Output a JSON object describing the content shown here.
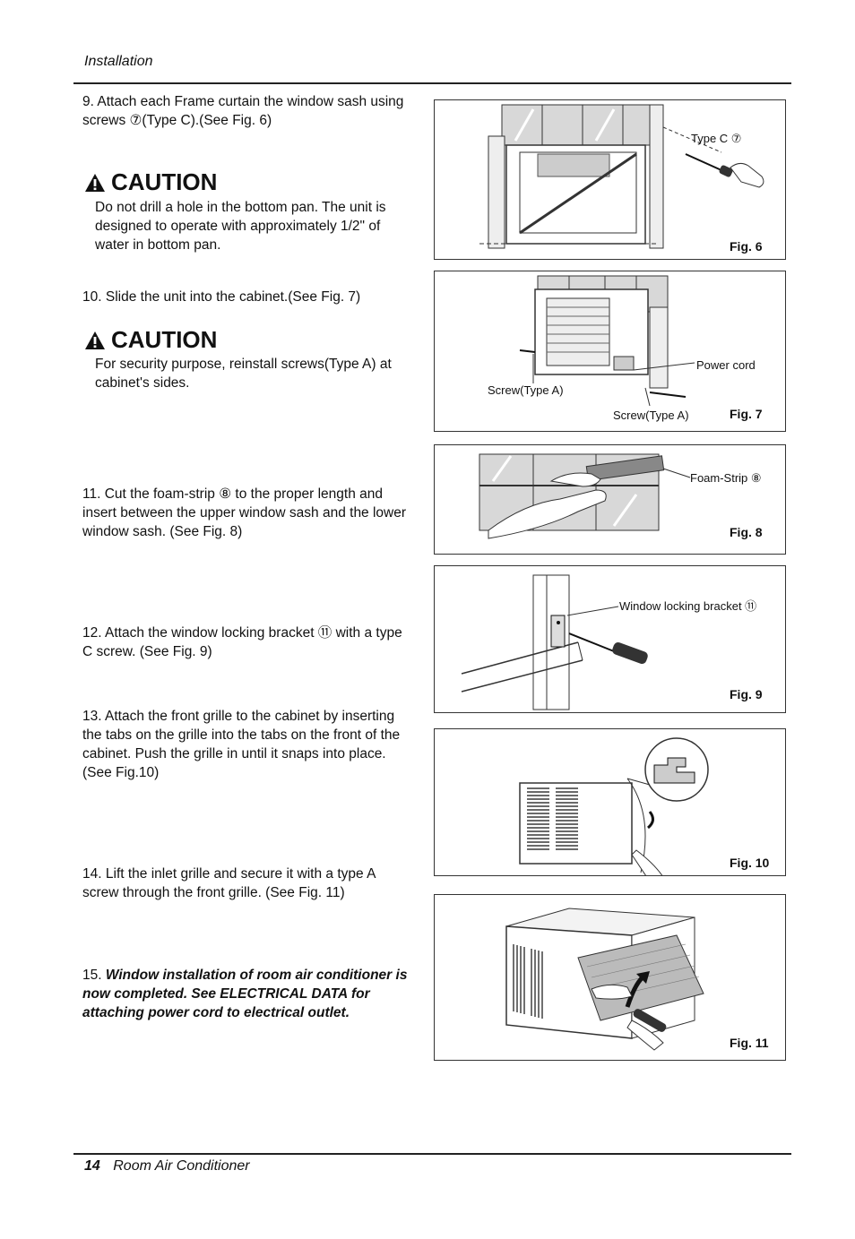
{
  "header": {
    "section": "Installation"
  },
  "steps": [
    {
      "num": "9.",
      "text": "Attach each Frame curtain the window sash using screws ⑦(Type C).(See Fig. 6)"
    },
    {
      "num": "10.",
      "text": "Slide the unit into the cabinet.(See Fig. 7)"
    },
    {
      "num": "11.",
      "text": "Cut the foam-strip ⑧ to the proper length and insert between the upper window sash and the lower window sash. (See Fig. 8)"
    },
    {
      "num": "12.",
      "text": "Attach the window locking bracket ⑪ with a type C screw. (See Fig. 9)"
    },
    {
      "num": "13.",
      "text": "Attach the front grille to the cabinet by inserting the tabs on the grille into the tabs on the front of the cabinet. Push the grille in until it snaps into place. (See Fig.10)"
    },
    {
      "num": "14.",
      "text": "Lift the inlet grille and secure it with a type A screw through the front grille. (See Fig. 11)"
    },
    {
      "num": "15.",
      "text": "Window installation of room air conditioner is now completed. See ELECTRICAL DATA for attaching power cord to electrical outlet."
    }
  ],
  "cautions": [
    {
      "title": "CAUTION",
      "body": "Do not drill a hole in the bottom pan. The unit is designed to operate with approximately 1/2\" of water in bottom pan."
    },
    {
      "title": "CAUTION",
      "body": "For security purpose, reinstall screws(Type A) at cabinet's sides."
    }
  ],
  "figures": {
    "fig6": {
      "label": "Fig. 6",
      "callouts": [
        "Type C ⑦"
      ]
    },
    "fig7": {
      "label": "Fig. 7",
      "callouts": [
        "Power cord",
        "Screw(Type A)",
        "Screw(Type A)"
      ]
    },
    "fig8": {
      "label": "Fig. 8",
      "callouts": [
        "Foam-Strip ⑧"
      ]
    },
    "fig9": {
      "label": "Fig. 9",
      "callouts": [
        "Window locking bracket ⑪"
      ]
    },
    "fig10": {
      "label": "Fig. 10"
    },
    "fig11": {
      "label": "Fig. 11"
    }
  },
  "footer": {
    "page_num": "14",
    "title": "Room Air Conditioner"
  },
  "icons": {
    "caution": "warning-triangle-icon"
  }
}
